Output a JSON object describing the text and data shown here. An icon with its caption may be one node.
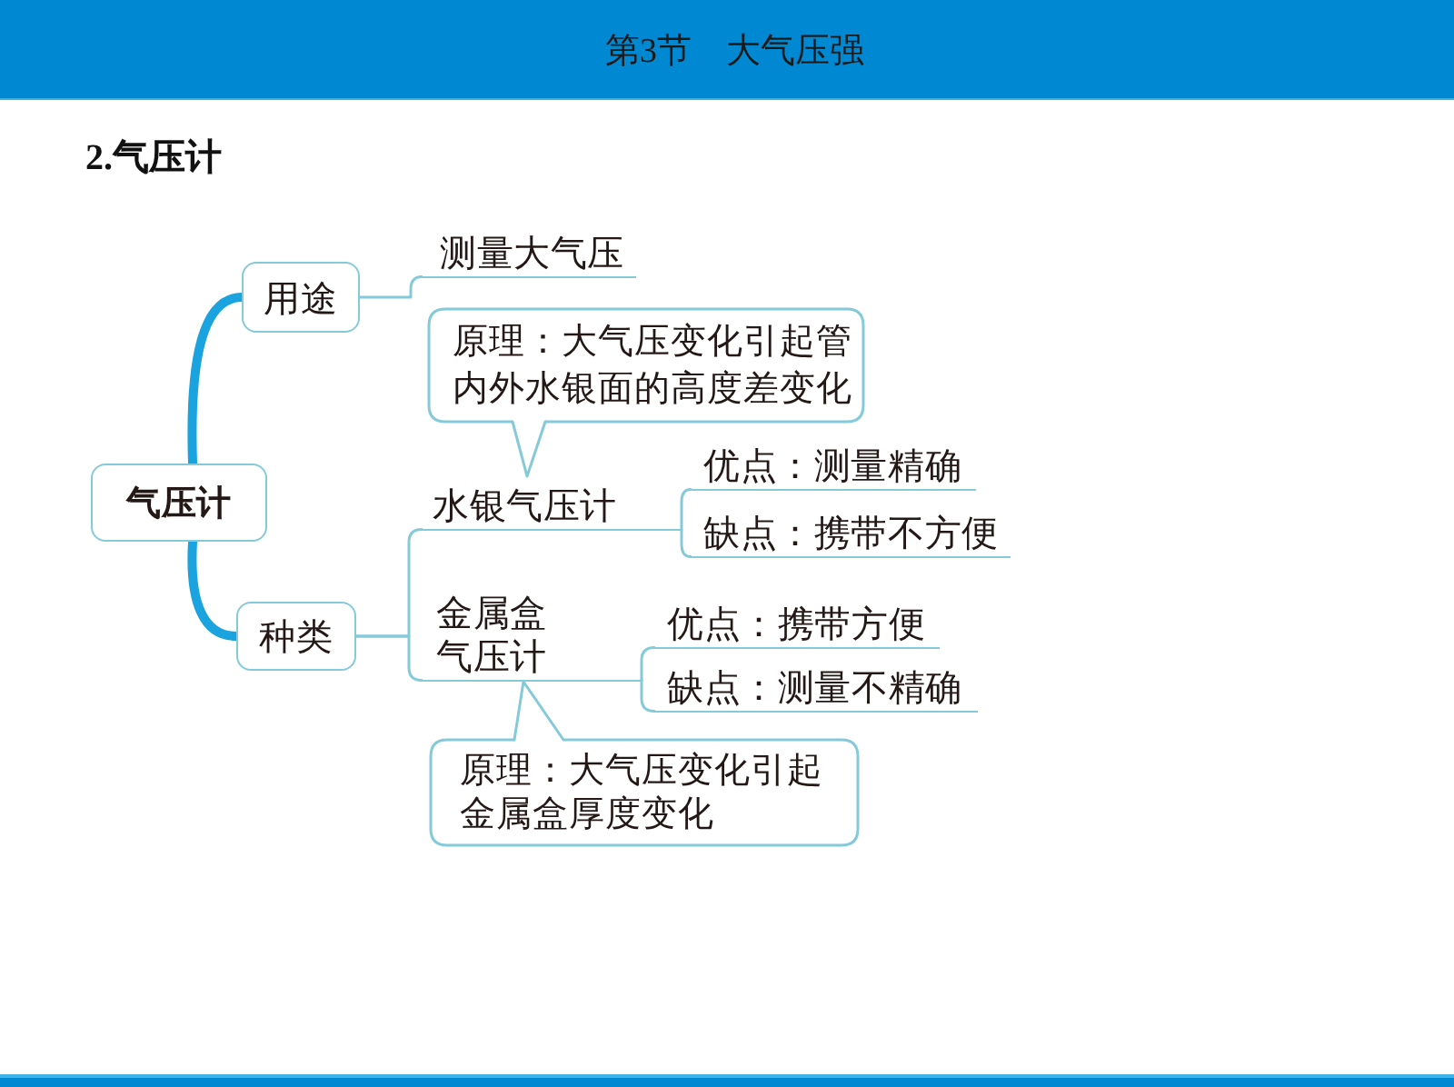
{
  "diagram": {
    "title": "2.气压计",
    "labels": [
      "第3节　大气压强"
    ],
    "nodes": [
      {
        "text": [
          "气压计"
        ]
      },
      {
        "text": [
          "用途"
        ]
      },
      {
        "text": [
          "测量大气压"
        ]
      },
      {
        "text": [
          "种类"
        ]
      },
      {
        "text": [
          "原理：大气压变化引起管内外水银面的高度差变化"
        ]
      },
      {
        "text": [
          "水银气压计"
        ]
      },
      {
        "text": [
          "优点：测量精确"
        ]
      },
      {
        "text": [
          "缺点：携带不方便"
        ]
      },
      {
        "text": [
          "金属盒气压计"
        ]
      },
      {
        "text": [
          "优点：携带方便"
        ]
      },
      {
        "text": [
          "缺点：测量不精确"
        ]
      },
      {
        "text": [
          "原理：大气压变化引起金属盒厚度变化"
        ]
      }
    ],
    "edges": [
      {
        "from": 0,
        "to": 1,
        "arrow": "none",
        "style": "thick",
        "color": "#1aa3df"
      },
      {
        "from": 0,
        "to": 3,
        "arrow": "none",
        "style": "thick",
        "color": "#1aa3df"
      },
      {
        "from": 1,
        "to": 2,
        "arrow": "none"
      },
      {
        "from": 3,
        "to": 5,
        "arrow": "none"
      },
      {
        "from": 3,
        "to": 8,
        "arrow": "none"
      },
      {
        "from": 4,
        "to": 5,
        "arrow": "none"
      },
      {
        "from": 5,
        "to": 6,
        "arrow": "none"
      },
      {
        "from": 5,
        "to": 7,
        "arrow": "none"
      },
      {
        "from": 8,
        "to": 9,
        "arrow": "none"
      },
      {
        "from": 8,
        "to": 10,
        "arrow": "none"
      },
      {
        "from": 11,
        "to": 8,
        "arrow": "none"
      }
    ]
  }
}
